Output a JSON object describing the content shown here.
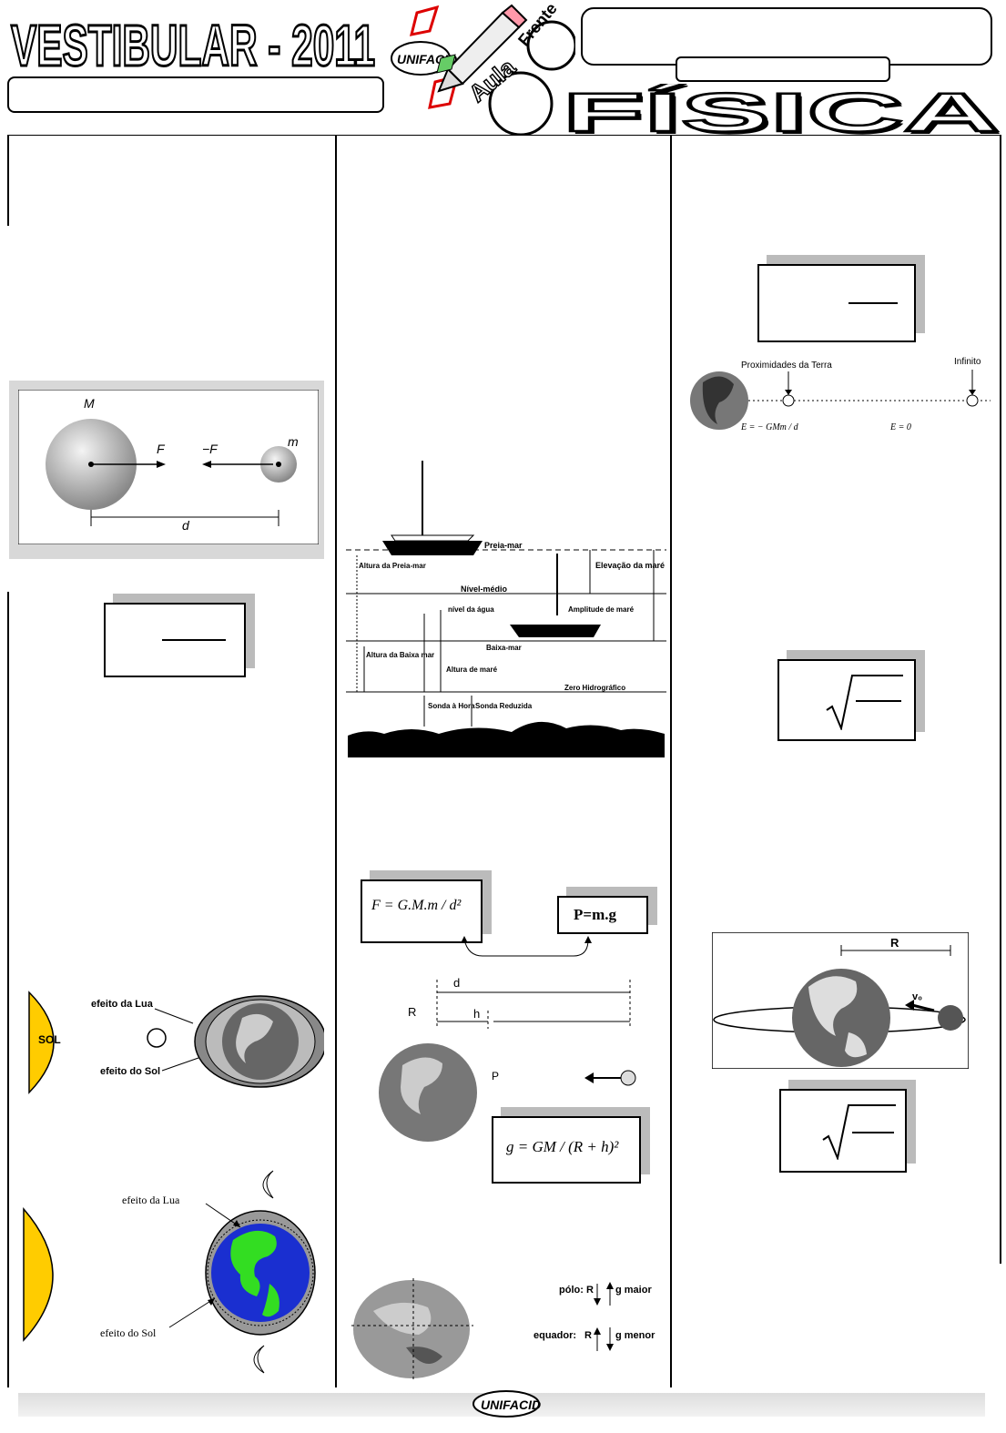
{
  "header": {
    "title": "VESTIBULAR - 2011",
    "logo_text": "UNIFACID",
    "aula_label": "Aula",
    "frente_label": "Frente",
    "subject": "FÍSICA"
  },
  "figures": {
    "gravitation": {
      "M": "M",
      "m": "m",
      "F": "F",
      "minus_F": "−F",
      "d": "d"
    },
    "tide_sun": {
      "sol": "SOL",
      "efeito_lua": "efeito da Lua",
      "efeito_sol": "efeito do Sol"
    },
    "tide_sun2": {
      "efeito_lua": "efeito da Lua",
      "efeito_sol": "efeito do Sol"
    },
    "tide_chart": {
      "preia_mar": "Preia-mar",
      "altura_preia": "Altura da Preia-mar",
      "elevacao": "Elevação da maré",
      "nivel_medio": "Nível-médio",
      "nivel_agua": "nível da água",
      "amplitude": "Amplitude de maré",
      "baixa_mar": "Baixa-mar",
      "altura_baixa": "Altura da Baixa mar",
      "altura_mare": "Altura de maré",
      "zero_hidro": "Zero Hidrográfico",
      "sonda_hora": "Sonda à Hora",
      "sonda_reduzida": "Sonda Reduzida"
    },
    "formulas": {
      "newton": "F = G.M.m / d²",
      "weight": "P=m.g",
      "gravity": "g = GM / (R + h)²"
    },
    "earth_height": {
      "d": "d",
      "R": "R",
      "h": "h",
      "P": "P"
    },
    "pole": {
      "polo": "pólo:",
      "R": "R",
      "g_maior": "g maior",
      "equador": "equador:",
      "g_menor": "g menor"
    },
    "energy": {
      "proximidades": "Proximidades da Terra",
      "infinito": "Infinito",
      "E_near": "E = − GMm / d",
      "E_inf": "E = 0"
    },
    "orbit": {
      "R": "R",
      "v": "v₀"
    }
  },
  "colors": {
    "sun": "#ffcc00",
    "earth_blue": "#1a2fd0",
    "earth_green": "#33dd22",
    "shadow": "#bbbbbb",
    "water": "#000000"
  }
}
